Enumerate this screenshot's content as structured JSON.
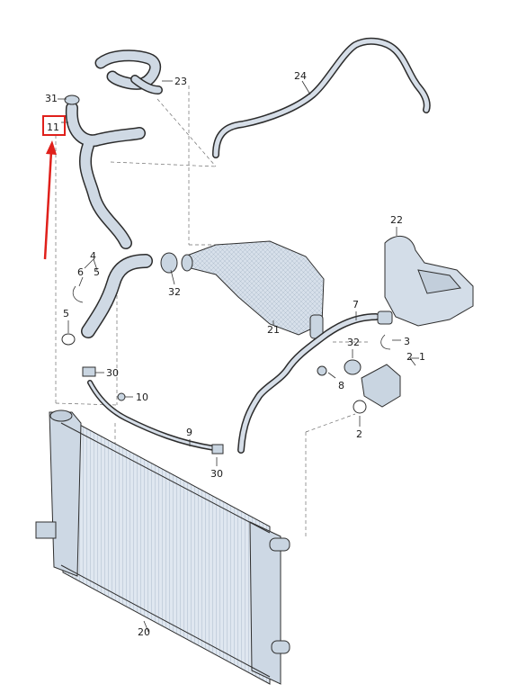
{
  "colors": {
    "part_fill": "#dbe4ee",
    "part_shade": "#b9c6d3",
    "outline": "#2c2c2c",
    "highlight": "#e0201b"
  },
  "callouts": [
    {
      "id": "c1",
      "text": "1"
    },
    {
      "id": "c2a",
      "text": "2"
    },
    {
      "id": "c2b",
      "text": "2"
    },
    {
      "id": "c3",
      "text": "3"
    },
    {
      "id": "c4",
      "text": "4"
    },
    {
      "id": "c5a",
      "text": "5"
    },
    {
      "id": "c5b",
      "text": "5"
    },
    {
      "id": "c6",
      "text": "6"
    },
    {
      "id": "c7",
      "text": "7"
    },
    {
      "id": "c8",
      "text": "8"
    },
    {
      "id": "c9",
      "text": "9"
    },
    {
      "id": "c10",
      "text": "10"
    },
    {
      "id": "c11",
      "text": "11"
    },
    {
      "id": "c20",
      "text": "20"
    },
    {
      "id": "c21",
      "text": "21"
    },
    {
      "id": "c22",
      "text": "22"
    },
    {
      "id": "c23",
      "text": "23"
    },
    {
      "id": "c24",
      "text": "24"
    },
    {
      "id": "c30a",
      "text": "30"
    },
    {
      "id": "c30b",
      "text": "30"
    },
    {
      "id": "c31",
      "text": "31"
    },
    {
      "id": "c32a",
      "text": "32"
    },
    {
      "id": "c32b",
      "text": "32"
    }
  ],
  "highlight": {
    "target": "11",
    "icon": "red-arrow-icon"
  }
}
